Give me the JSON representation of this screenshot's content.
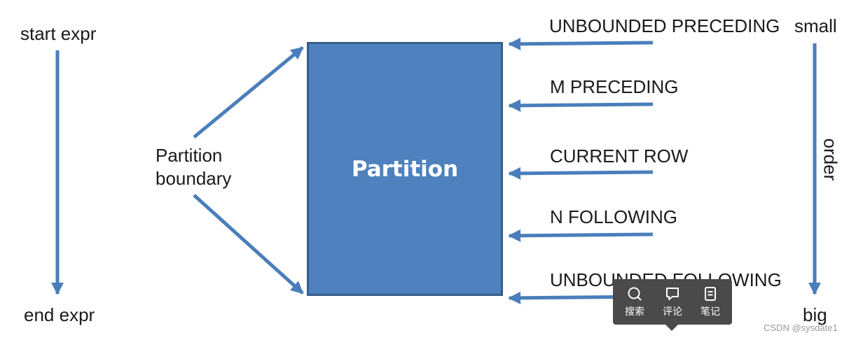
{
  "diagram": {
    "start_label": "start expr",
    "end_label": "end expr",
    "partition_boundary_line1": "Partition",
    "partition_boundary_line2": "boundary",
    "partition_title": "Partition",
    "frame_bounds": [
      "UNBOUNDED PRECEDING",
      "M PRECEDING",
      "CURRENT ROW",
      "N FOLLOWING",
      "UNBOUNDED FOLLOWING"
    ],
    "order_small": "small",
    "order_label": "order",
    "order_big": "big",
    "colors": {
      "arrow": "#4a7ebb",
      "box_fill": "#4e81bd",
      "box_border": "#385d8a"
    }
  },
  "toolbar": {
    "items": [
      {
        "icon": "search-icon",
        "label": "搜索"
      },
      {
        "icon": "comment-icon",
        "label": "评论"
      },
      {
        "icon": "note-icon",
        "label": "笔记"
      }
    ]
  },
  "watermark": "CSDN @sysdate1"
}
